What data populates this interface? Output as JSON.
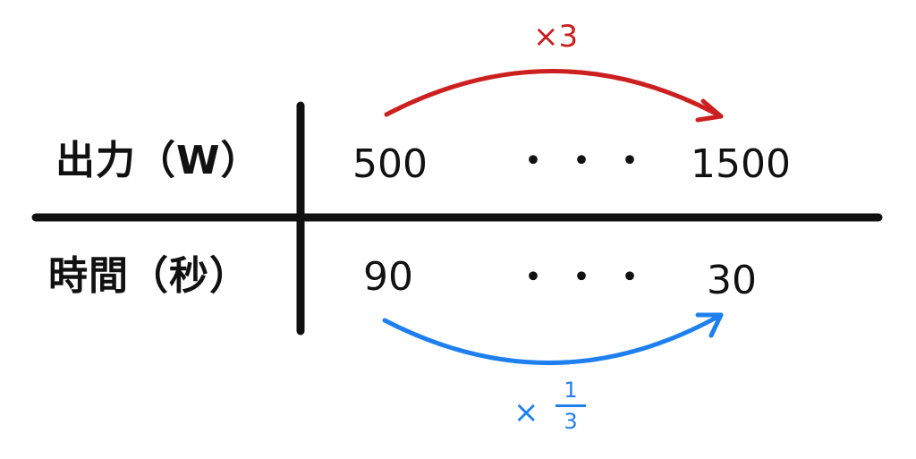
{
  "table": {
    "row1": {
      "label": "出力（W）",
      "start": "500",
      "ellipsis": "・・・",
      "end": "1500"
    },
    "row2": {
      "label": "時間（秒）",
      "start": "90",
      "ellipsis": "・・・",
      "end": "30"
    }
  },
  "top_arrow": {
    "label": "×3",
    "color": "#cc1f1f"
  },
  "bottom_arrow": {
    "times": "×",
    "numerator": "1",
    "denominator": "3",
    "color": "#1e7ff0"
  },
  "line_color": "#111111"
}
